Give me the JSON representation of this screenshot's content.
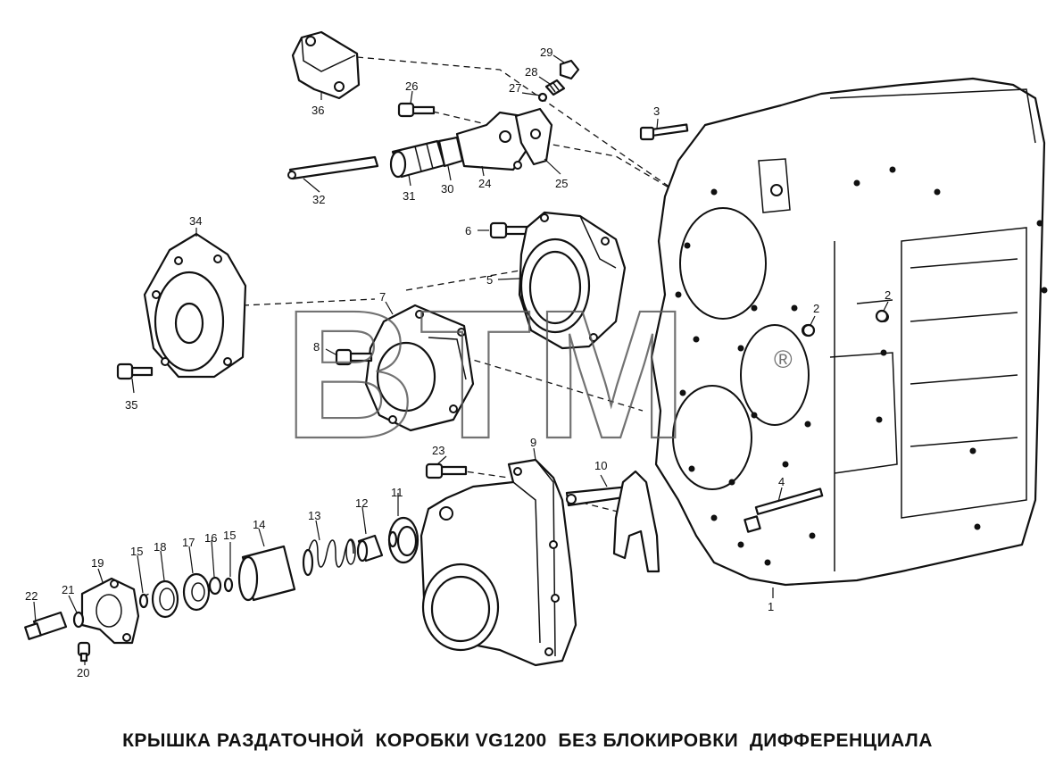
{
  "caption": "КРЫШКА РАЗДАТОЧНОЙ  КОРОБКИ VG1200  БЕЗ БЛОКИРОВКИ  ДИФФЕРЕНЦИАЛА",
  "watermark": {
    "letters": "BTM",
    "reg": "®"
  },
  "callouts": {
    "1": "1",
    "2a": "2",
    "2b": "2",
    "3": "3",
    "4": "4",
    "5": "5",
    "6": "6",
    "7": "7",
    "8": "8",
    "9": "9",
    "10": "10",
    "11": "11",
    "12": "12",
    "13": "13",
    "14": "14",
    "15a": "15",
    "15b": "15",
    "16": "16",
    "17": "17",
    "18": "18",
    "19": "19",
    "20": "20",
    "21": "21",
    "22": "22",
    "23": "23",
    "24": "24",
    "25": "25",
    "26": "26",
    "27": "27",
    "28": "28",
    "29": "29",
    "30": "30",
    "31": "31",
    "32": "32",
    "34": "34",
    "35": "35",
    "36": "36"
  }
}
